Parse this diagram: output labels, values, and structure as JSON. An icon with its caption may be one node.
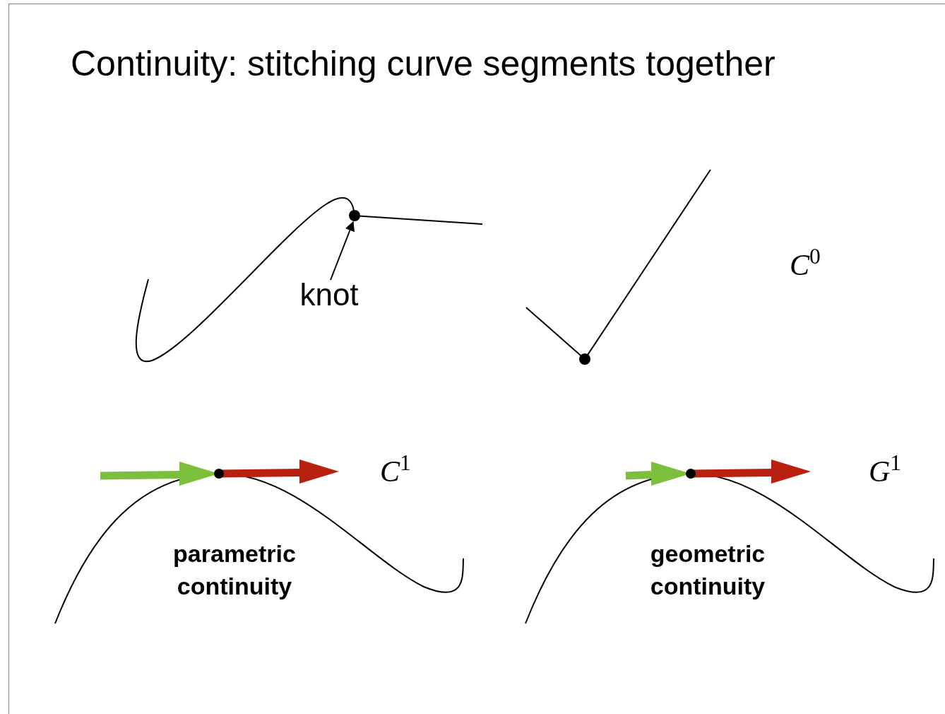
{
  "diagram": {
    "title": "Continuity: stitching curve segments together",
    "nodes": [
      {
        "text": [
          "knot"
        ]
      },
      {
        "text": [],
        "shape": "circle"
      },
      {
        "text": [],
        "shape": "circle"
      },
      {
        "text": [],
        "shape": "circle"
      },
      {
        "text": [],
        "shape": "circle"
      }
    ],
    "edges": [
      {
        "from": 0,
        "to": 1,
        "arrow": "to"
      }
    ],
    "labels": [
      "C$^{0}$",
      "C$^{1}$",
      "G$^{1}$",
      "parametric continuity",
      "geometric continuity"
    ]
  }
}
